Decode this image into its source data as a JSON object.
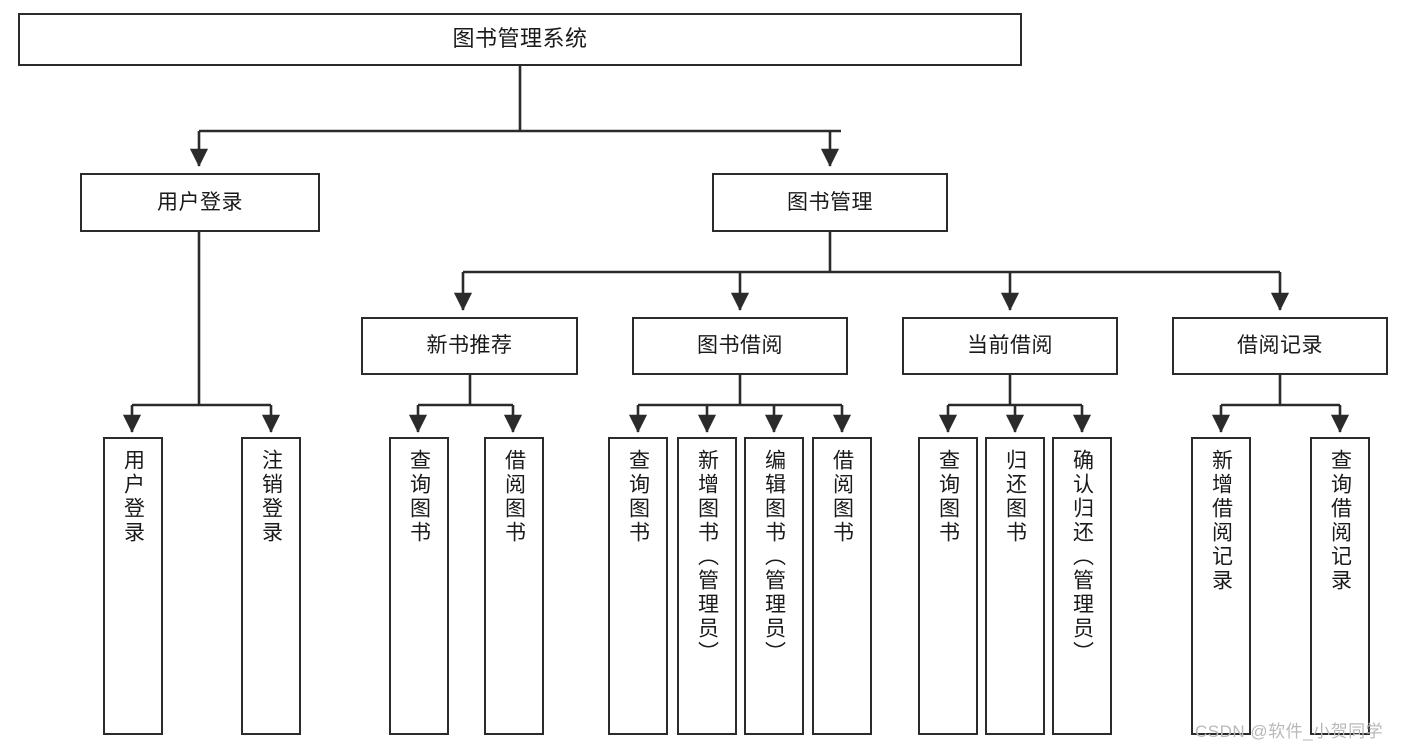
{
  "diagram": {
    "title": "图书管理系统",
    "type": "functional-structure-tree",
    "watermark": "CSDN @软件_小贺同学",
    "colors": {
      "stroke": "#2b2b2b",
      "node_fill": "#ffffff",
      "text": "#1a1a1a",
      "background": "#ffffff",
      "watermark": "#b9b9b9"
    },
    "root": {
      "label": "图书管理系统"
    },
    "level1": [
      {
        "label": "用户登录"
      },
      {
        "label": "图书管理"
      }
    ],
    "level2": [
      {
        "label": "新书推荐"
      },
      {
        "label": "图书借阅"
      },
      {
        "label": "当前借阅"
      },
      {
        "label": "借阅记录"
      }
    ],
    "leaves": {
      "user_login": [
        {
          "label": "用户登录"
        },
        {
          "label": "注销登录"
        }
      ],
      "new_book_recommend": [
        {
          "label": "查询图书"
        },
        {
          "label": "借阅图书"
        }
      ],
      "book_borrow": [
        {
          "label": "查询图书"
        },
        {
          "label": "新增图书（管理员）"
        },
        {
          "label": "编辑图书（管理员）"
        },
        {
          "label": "借阅图书"
        }
      ],
      "current_borrow": [
        {
          "label": "查询图书"
        },
        {
          "label": "归还图书"
        },
        {
          "label": "确认归还（管理员）"
        }
      ],
      "borrow_records": [
        {
          "label": "新增借阅记录"
        },
        {
          "label": "查询借阅记录"
        }
      ]
    }
  }
}
